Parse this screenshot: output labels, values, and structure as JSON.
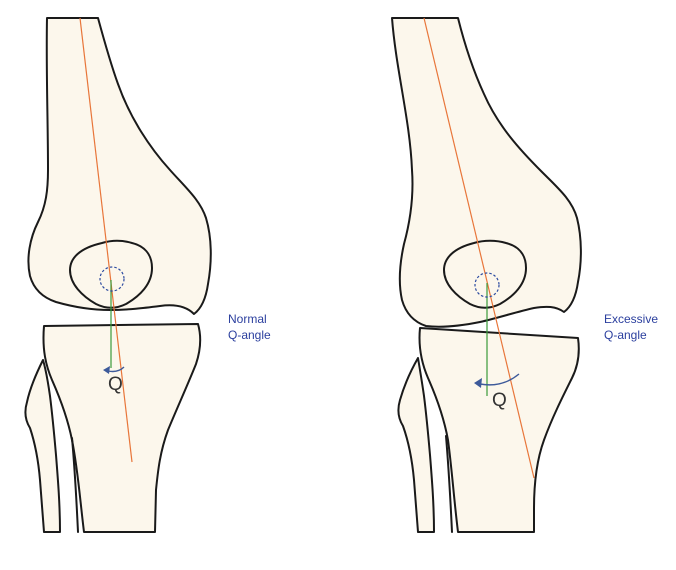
{
  "normal": {
    "label_line1": "Normal",
    "label_line2": "Q-angle",
    "q_letter": "Q"
  },
  "excessive": {
    "label_line1": "Excessive",
    "label_line2": "Q-angle",
    "q_letter": "Q"
  },
  "colors": {
    "bone_fill": "#fcf7ec",
    "outline": "#1a1a1a",
    "quadriceps_axis": "#e8763a",
    "patellar_tendon": "#3a9a3a",
    "angle_arrow": "#3d5a9a",
    "label_text": "#2b3f9e"
  }
}
